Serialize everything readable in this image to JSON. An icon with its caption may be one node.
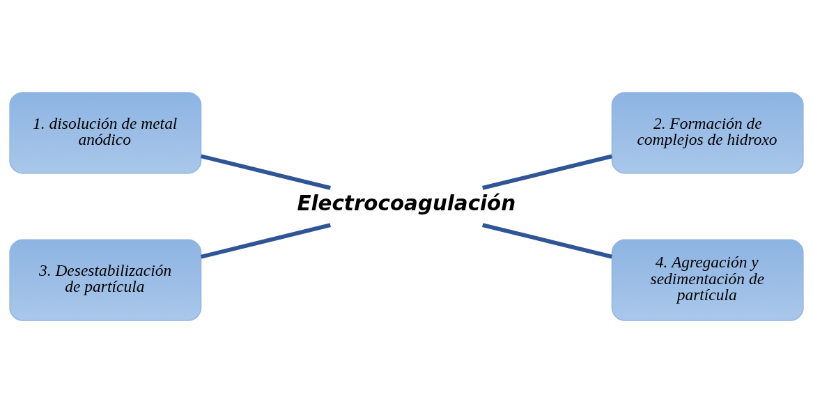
{
  "diagram": {
    "nodes": [
      {
        "text": [
          "1. disolución de metal anódico"
        ]
      },
      {
        "text": [
          "2. Formación de complejos de hidroxo"
        ]
      },
      {
        "text": [
          "Electrocoagulación"
        ]
      },
      {
        "text": [
          "3. Desestabilización de partícula"
        ]
      },
      {
        "text": [
          "4. Agregación y sedimentación de partícula"
        ]
      }
    ],
    "edges": [
      {
        "from": 0,
        "to": 2,
        "arrow": "none"
      },
      {
        "from": 2,
        "to": 1,
        "arrow": "none"
      },
      {
        "from": 3,
        "to": 2,
        "arrow": "none"
      },
      {
        "from": 2,
        "to": 4,
        "arrow": "none"
      }
    ]
  }
}
